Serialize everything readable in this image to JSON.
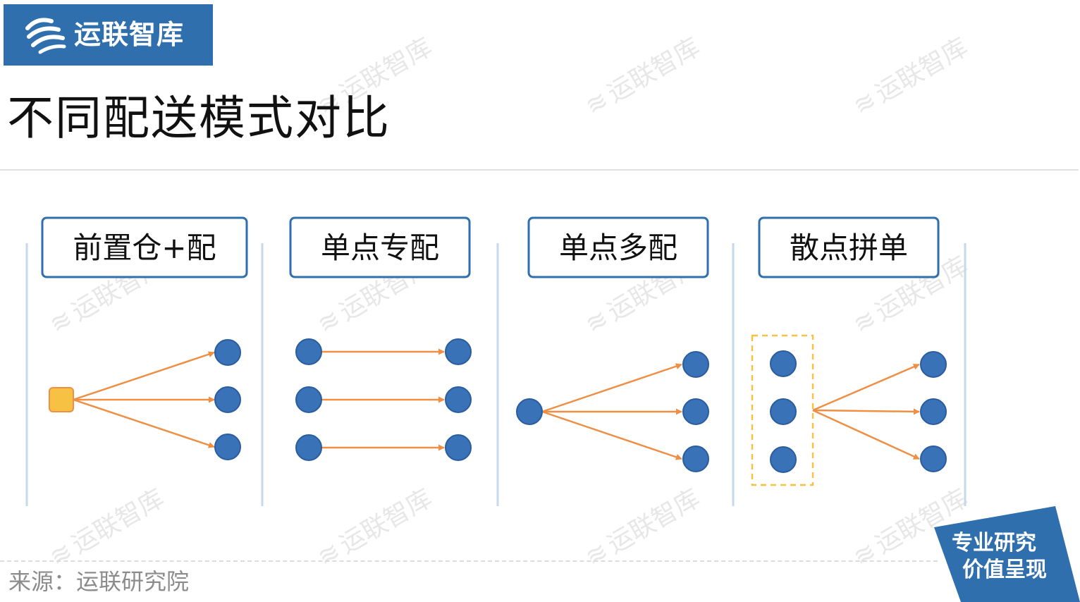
{
  "header": {
    "logo_text": "运联智库",
    "title": "不同配送模式对比"
  },
  "modes": [
    {
      "label": "前置仓+配"
    },
    {
      "label": "单点专配"
    },
    {
      "label": "单点多配"
    },
    {
      "label": "散点拼单"
    }
  ],
  "watermark": {
    "text": "运联智库"
  },
  "footer": {
    "source": "来源：运联研究院",
    "badge_line1": "专业研究",
    "badge_line2": "价值呈现"
  },
  "colors": {
    "brand_blue": "#2f6fae",
    "node_blue": "#3a72b8",
    "node_outline": "#2a5d9f",
    "arrow_orange": "#ef8f45",
    "warehouse_fill": "#f7c244",
    "warehouse_outline": "#ef8f45",
    "divider": "#c6d8ec"
  }
}
